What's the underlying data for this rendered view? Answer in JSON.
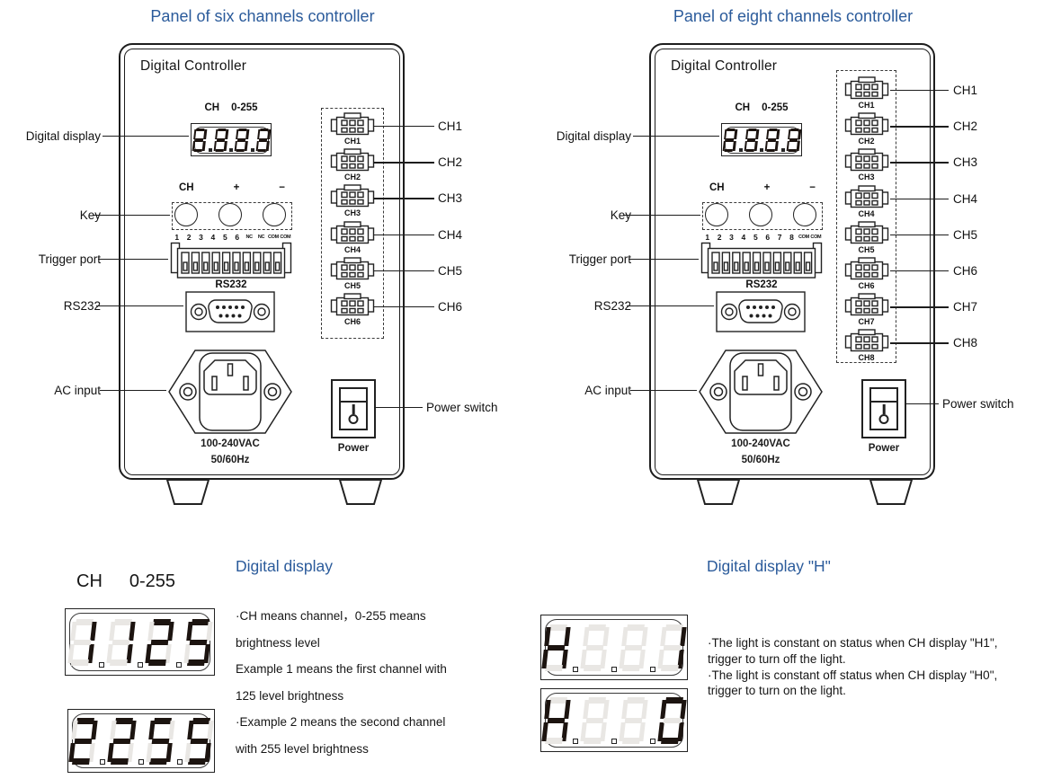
{
  "colors": {
    "heading_blue": "#2b5b9b",
    "segment_on": "#1c1410",
    "segment_ghost": "#e9e7e4"
  },
  "panels": [
    {
      "title": "Panel of six channels controller",
      "device_title": "Digital Controller",
      "display_ch": "CH",
      "display_range": "0-255",
      "display_value": "8888",
      "key_labels": [
        "CH",
        "+",
        "−"
      ],
      "trigger_pins": [
        "1",
        "2",
        "3",
        "4",
        "5",
        "6",
        "NC",
        "NC",
        "COM",
        "COM"
      ],
      "rs232_label": "RS232",
      "ac_line1": "100-240VAC",
      "ac_line2": "50/60Hz",
      "power_label": "Power",
      "power_callout": "Power switch",
      "channels": [
        "CH1",
        "CH2",
        "CH3",
        "CH4",
        "CH5",
        "CH6"
      ],
      "callouts_left": [
        "Digital display",
        "Key",
        "Trigger port",
        "RS232",
        "AC input"
      ]
    },
    {
      "title": "Panel of eight channels controller",
      "device_title": "Digital Controller",
      "display_ch": "CH",
      "display_range": "0-255",
      "display_value": "8888",
      "key_labels": [
        "CH",
        "+",
        "−"
      ],
      "trigger_pins": [
        "1",
        "2",
        "3",
        "4",
        "5",
        "6",
        "7",
        "8",
        "COM",
        "COM"
      ],
      "rs232_label": "RS232",
      "ac_line1": "100-240VAC",
      "ac_line2": "50/60Hz",
      "power_label": "Power",
      "power_callout": "Power switch",
      "channels": [
        "CH1",
        "CH2",
        "CH3",
        "CH4",
        "CH5",
        "CH6",
        "CH7",
        "CH8"
      ],
      "callouts_left": [
        "Digital display",
        "Key",
        "Trigger port",
        "RS232",
        "AC input"
      ]
    }
  ],
  "display_section": {
    "heading": "Digital display",
    "ch_label": "CH",
    "range_label": "0-255",
    "example1_value": "1125",
    "example2_value": "2255",
    "lines": [
      "·CH means channel，0-255 means",
      "brightness level",
      "Example 1 means the first channel with",
      "125 level brightness",
      "·Example 2 means the second channel",
      "with 255 level brightness"
    ]
  },
  "h_section": {
    "heading": "Digital display \"H\"",
    "example1_value": "H__1",
    "example2_value": "H__0",
    "lines": [
      "·The light is constant on status when CH display \"H1\",",
      "trigger to turn off the light.",
      "·The light is constant off status when CH display \"H0\",",
      "trigger to turn on the light."
    ]
  }
}
